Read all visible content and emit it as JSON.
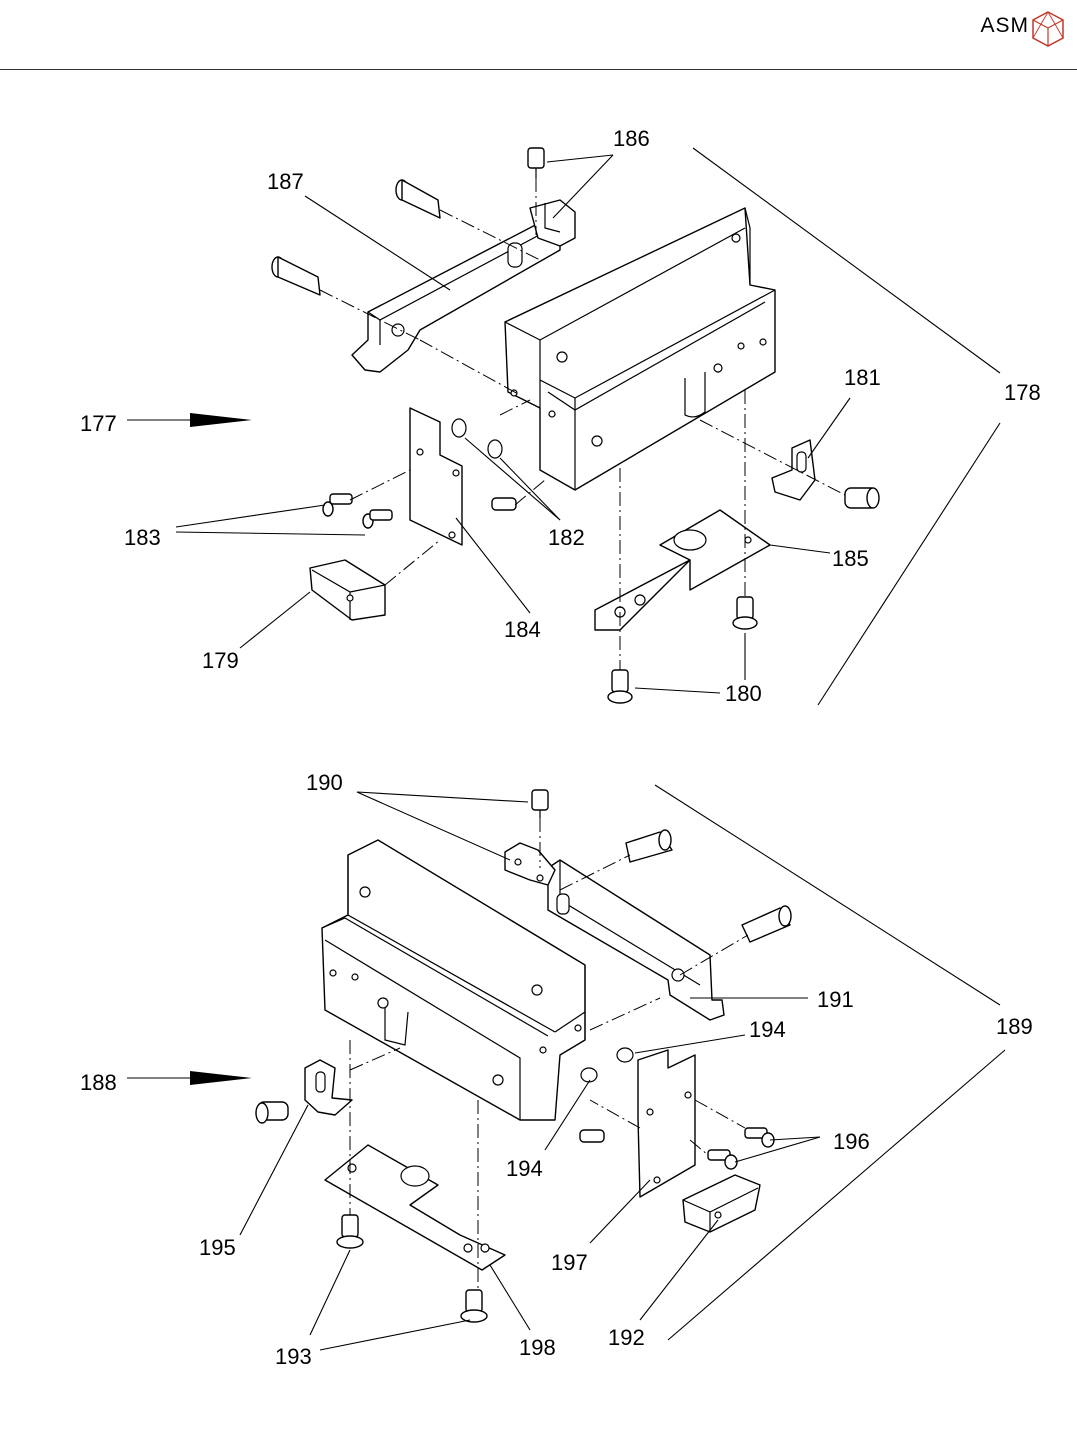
{
  "header": {
    "brand": "ASM",
    "logo_icon": "asm-cube-logo-icon"
  },
  "callouts": {
    "c177": "177",
    "c178": "178",
    "c179": "179",
    "c180": "180",
    "c181": "181",
    "c182": "182",
    "c183": "183",
    "c184": "184",
    "c185": "185",
    "c186": "186",
    "c187": "187",
    "c188": "188",
    "c189": "189",
    "c190": "190",
    "c191": "191",
    "c192": "192",
    "c193": "193",
    "c194a": "194",
    "c194b": "194",
    "c195": "195",
    "c196": "196",
    "c197": "197",
    "c198": "198"
  },
  "colors": {
    "ink": "#000000",
    "paper": "#ffffff",
    "rule": "#333333"
  }
}
